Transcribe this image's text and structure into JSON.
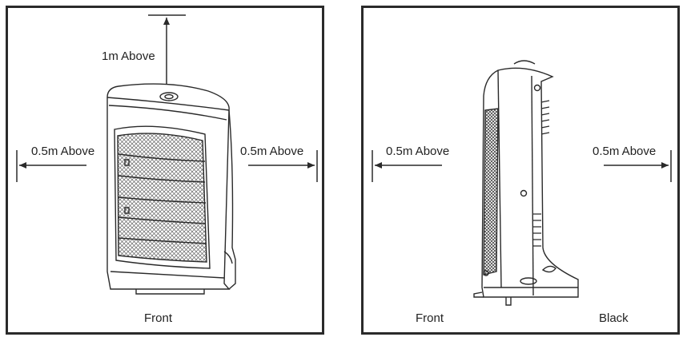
{
  "panels": [
    {
      "labels": {
        "top": "1m Above",
        "left": "0.5m Above",
        "right": "0.5m Above",
        "bottom": "Front"
      }
    },
    {
      "labels": {
        "left": "0.5m Above",
        "right": "0.5m Above",
        "bottom_left": "Front",
        "bottom_right": "Black"
      }
    }
  ],
  "colors": {
    "line": "#2a2a2a",
    "grille": "#555555"
  },
  "icons": {
    "front_view": "heater-front-icon",
    "side_view": "heater-side-icon",
    "arrows": "arrow-icon"
  }
}
